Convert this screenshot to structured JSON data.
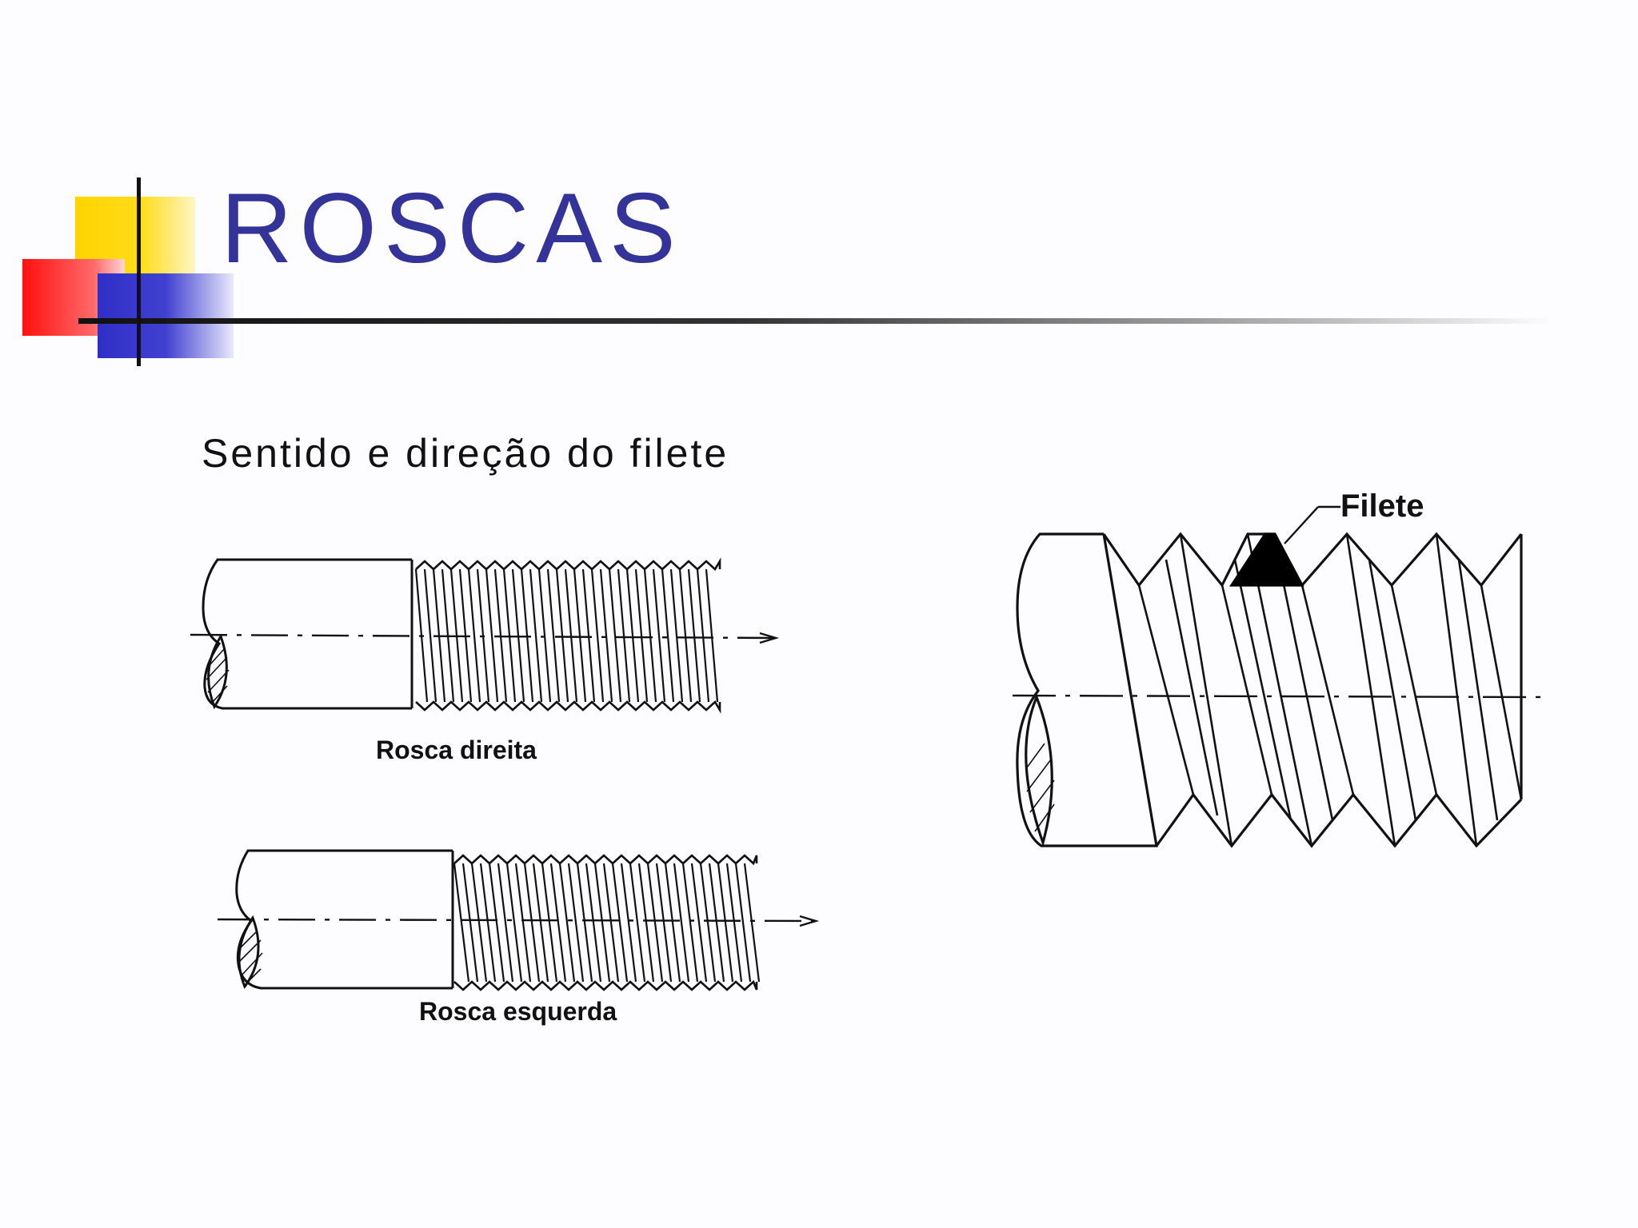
{
  "slide": {
    "title": "ROSCAS",
    "subtitle": "Sentido e direção do filete"
  },
  "figures": {
    "right_thread_label": "Rosca direita",
    "left_thread_label": "Rosca esquerda",
    "thread_crest_label": "Filete"
  },
  "colors": {
    "title": "#333399",
    "deco_yellow": "#ffd400",
    "deco_red": "#ff1010",
    "deco_blue": "#2f2fc8"
  }
}
